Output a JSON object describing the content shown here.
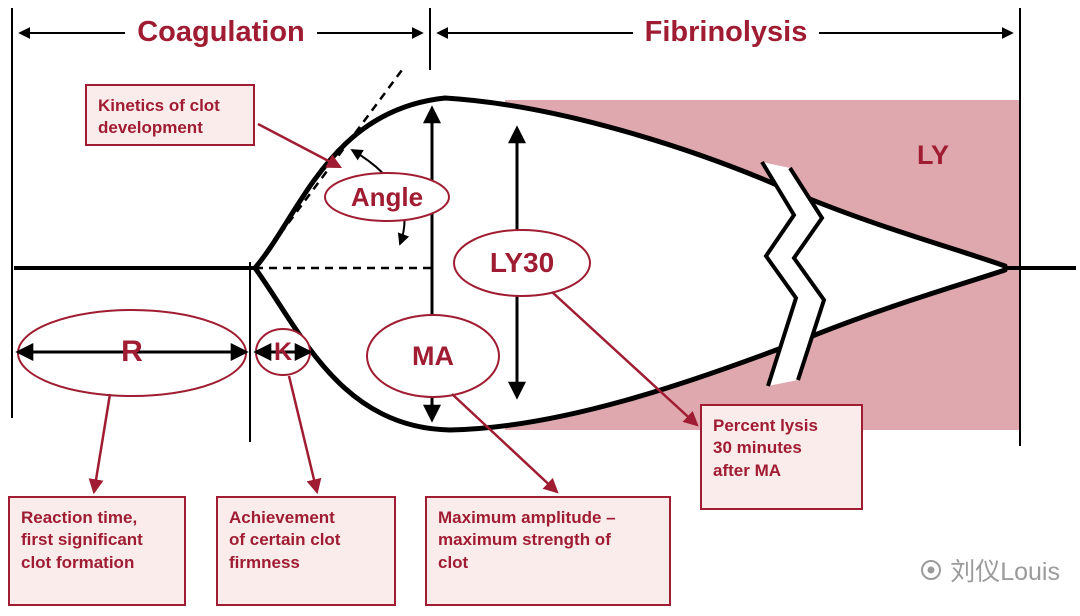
{
  "sections": {
    "coagulation": "Coagulation",
    "fibrinolysis": "Fibrinolysis"
  },
  "trace_labels": {
    "r": "R",
    "k": "K",
    "angle": "Angle",
    "ly30": "LY30",
    "ma": "MA",
    "ly": "LY"
  },
  "annotations": {
    "kinetics": "Kinetics of clot\ndevelopment",
    "reaction_time": "Reaction time,\nfirst significant\nclot formation",
    "clot_firmness": "Achievement\nof certain clot\nfirmness",
    "max_amplitude": "Maximum amplitude –\nmaximum strength of\nclot",
    "percent_lysis": "Percent lysis\n30 minutes\nafter MA"
  },
  "watermark": {
    "text": "刘仪Louis"
  },
  "colors": {
    "accent": "#A01C32",
    "annotation_fill": "#FBECEC",
    "fibrinolysis_shade": "#DFA8AE",
    "trace": "#000000",
    "watermark": "#9B9B9B"
  }
}
